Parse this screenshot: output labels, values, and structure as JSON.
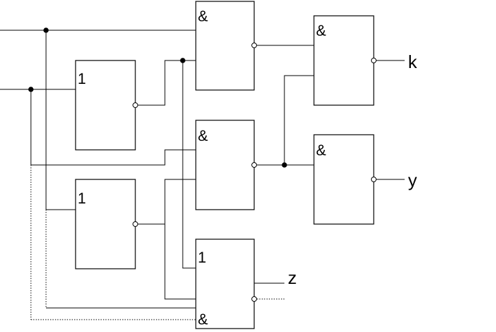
{
  "gates": {
    "and_top": "&",
    "not_top": "1",
    "and_mid": "&",
    "not_bottom": "1",
    "bottom_or_label": "1",
    "bottom_and_label": "&",
    "and_k": "&",
    "and_y": "&"
  },
  "outputs": {
    "k": "k",
    "y": "y",
    "z": "z"
  }
}
